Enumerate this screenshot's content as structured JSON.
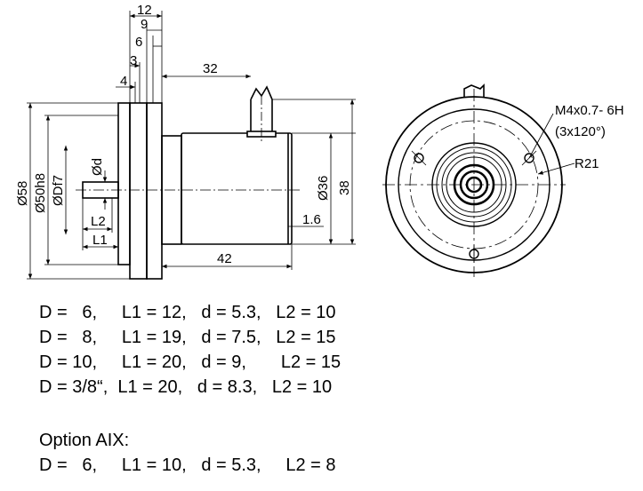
{
  "side_view": {
    "dims": {
      "d12": "12",
      "d9": "9",
      "d6": "6",
      "d3": "3",
      "d4": "4",
      "d32": "32",
      "d58": "Ø58",
      "d50": "Ø50h8",
      "ddf": "ØDf7",
      "dd": "Ød",
      "d36": "Ø36",
      "d38": "38",
      "d16": "1.6",
      "d42": "42",
      "l2": "L2",
      "l1": "L1"
    }
  },
  "front_view": {
    "thread_note": "M4x0.7- 6H",
    "thread_pattern": "(3x120°)",
    "radius": "R21"
  },
  "specs": [
    "D =   6,     L1 = 12,   d = 5.3,   L2 = 10",
    "D =   8,     L1 = 19,   d = 7.5,   L2 = 15",
    "D = 10,     L1 = 20,   d = 9,       L2 = 15",
    "D = 3/8“,  L1 = 20,   d = 8.3,   L2 = 10"
  ],
  "option": {
    "title": "Option AIX:",
    "spec": "D =   6,     L1 = 10,   d = 5.3,     L2 = 8"
  }
}
